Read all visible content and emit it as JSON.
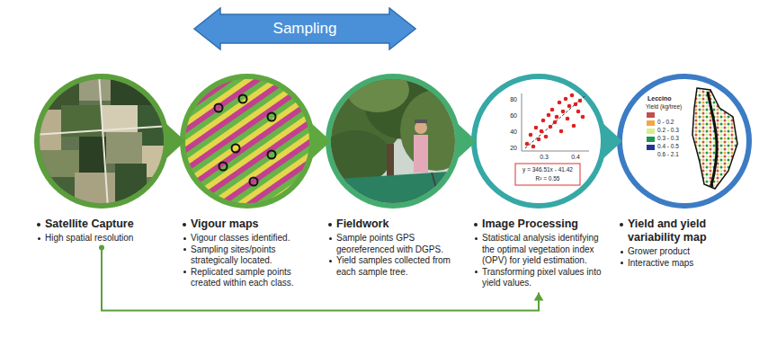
{
  "diagram": {
    "nodes": [
      {
        "text": [
          "Sampling"
        ]
      },
      {
        "text": [
          "Satellite Capture",
          "High spatial resolution"
        ]
      },
      {
        "text": [
          "Vigour maps",
          "Vigour classes identified.",
          "Sampling sites/points strategically located.",
          "Replicated sample points created within each class."
        ]
      },
      {
        "text": [
          "Fieldwork",
          "Sample points GPS georeferenced with DGPS.",
          "Yield samples collected from each sample tree."
        ]
      },
      {
        "text": [
          "Image Processing",
          "Statistical analysis identifying the optimal vegetation index (OPV) for yield estimation.",
          "Transforming pixel values into yield values."
        ]
      },
      {
        "text": [
          "Yield and yield variability map",
          "Grower product",
          "Interactive maps"
        ]
      }
    ],
    "edges": [
      {
        "from": 1,
        "to": 2,
        "arrow": "to"
      },
      {
        "from": 2,
        "to": 3,
        "arrow": "to"
      },
      {
        "from": 3,
        "to": 4,
        "arrow": "to"
      },
      {
        "from": 4,
        "to": 5,
        "arrow": "to"
      },
      {
        "from": 1,
        "to": 4,
        "arrow": "to"
      }
    ],
    "labels": [
      "80",
      "60",
      "40",
      "20",
      "0.3",
      "0.4",
      "y = 346.51x - 41.42",
      "R² = 0.55",
      "Leccino",
      "Yield (kg/tree)"
    ],
    "legend": [
      {
        "text": "0 - 0.2",
        "color": "#c0504d"
      },
      {
        "text": "0.2 - 0.3",
        "color": "#f5a742"
      },
      {
        "text": "0.3 - 0.3",
        "color": "#d9ef8b"
      },
      {
        "text": "0.4 - 0.5",
        "color": "#1a9850"
      },
      {
        "text": "0.6 - 2.1",
        "color": "#253494"
      }
    ]
  }
}
